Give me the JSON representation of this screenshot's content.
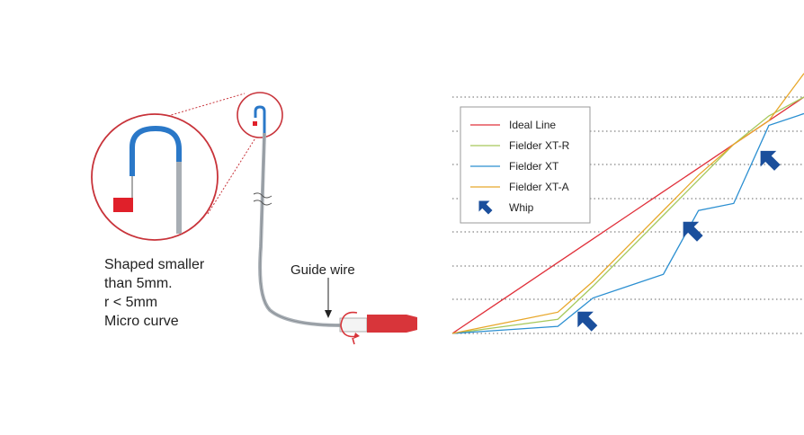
{
  "caption": {
    "lines": [
      "Shaped smaller",
      "than 5mm.",
      "r < 5mm",
      "Micro curve"
    ]
  },
  "guide_wire_label": "Guide wire",
  "legend": [
    {
      "label": "Ideal Line",
      "color": "#e0303a",
      "kind": "line"
    },
    {
      "label": "Fielder XT-R",
      "color": "#a6c85a",
      "kind": "line"
    },
    {
      "label": "Fielder XT",
      "color": "#2b8fd1",
      "kind": "line"
    },
    {
      "label": "Fielder XT-A",
      "color": "#e8a72a",
      "kind": "line"
    },
    {
      "label": "Whip",
      "color": "#1b4f9c",
      "kind": "arrow-icon"
    }
  ],
  "colors": {
    "wire_tip_blue": "#2a78c8",
    "marker_red": "#e0202a",
    "connector_red": "#d8353a",
    "shaft_gray": "#a8aeb4",
    "zoom_circle_red": "#c8333a"
  },
  "chart_data": {
    "type": "line",
    "grid": "horizontal dotted lines",
    "legend_position": "top-left",
    "x": [
      0,
      1,
      2,
      3,
      4,
      5,
      6,
      7,
      8,
      9,
      10
    ],
    "series": [
      {
        "name": "Ideal Line",
        "color": "#e0303a",
        "values": [
          0,
          10,
          20,
          30,
          40,
          50,
          60,
          70,
          80,
          90,
          100
        ]
      },
      {
        "name": "Fielder XT-R",
        "color": "#a6c85a",
        "values": [
          0,
          2,
          4,
          6,
          20,
          35,
          50,
          65,
          80,
          92,
          100
        ]
      },
      {
        "name": "Fielder XT",
        "color": "#2b8fd1",
        "values": [
          0,
          1,
          2,
          3,
          15,
          20,
          25,
          52,
          55,
          88,
          93
        ]
      },
      {
        "name": "Fielder XT-A",
        "color": "#e8a72a",
        "values": [
          0,
          3,
          6,
          9,
          22,
          37,
          52,
          67,
          80,
          90,
          110
        ]
      }
    ],
    "whip_markers": [
      {
        "x": 4.1,
        "y": 10
      },
      {
        "x": 7.1,
        "y": 48
      },
      {
        "x": 9.3,
        "y": 78
      }
    ]
  }
}
